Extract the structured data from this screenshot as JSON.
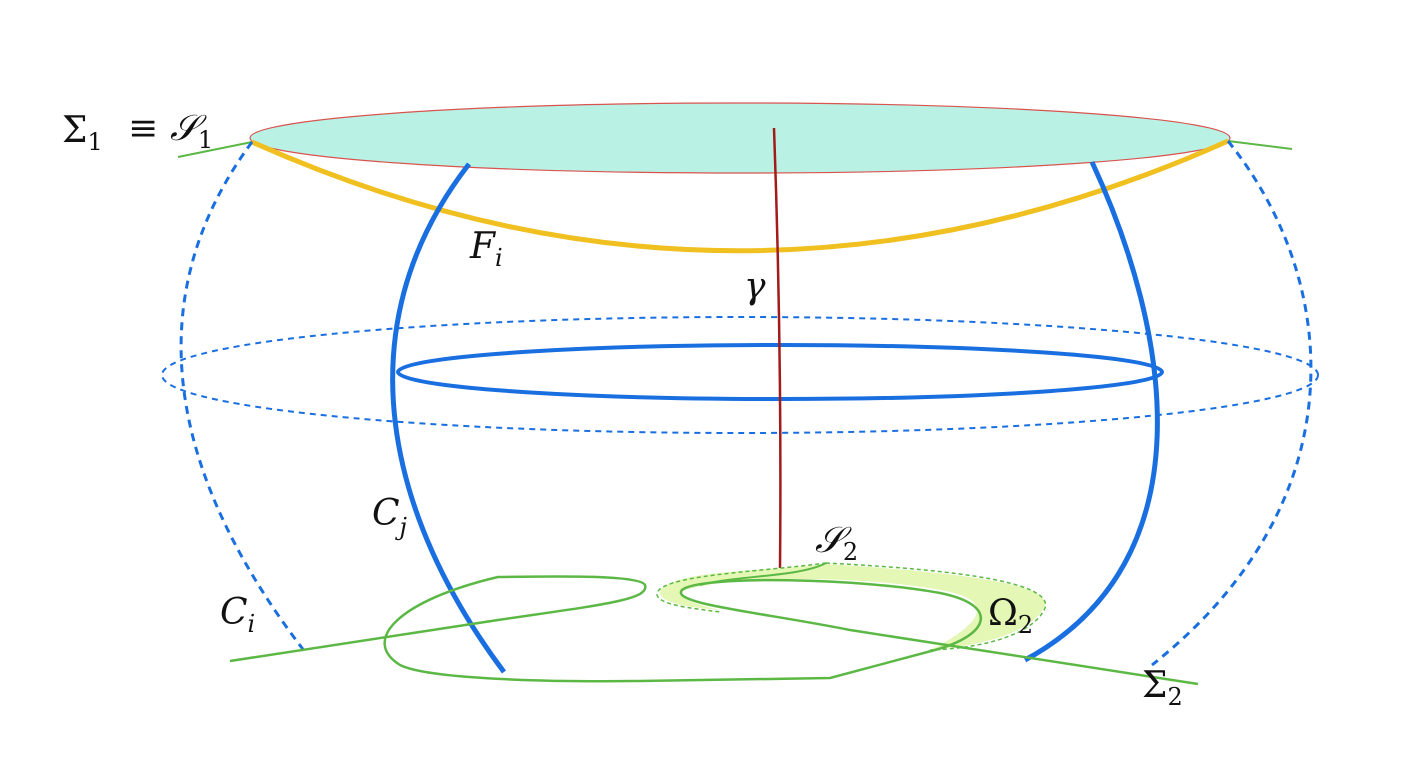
{
  "labels": {
    "sigma1": {
      "main": "Σ",
      "sub": "1",
      "equiv": "≡",
      "script": "𝒮",
      "script_sub": "1"
    },
    "fi": {
      "main": "F",
      "sub": "i"
    },
    "gamma": {
      "main": "γ"
    },
    "cj": {
      "main": "C",
      "sub": "j"
    },
    "ci": {
      "main": "C",
      "sub": "i"
    },
    "s2": {
      "main": "𝒮",
      "sub": "2"
    },
    "omega2": {
      "main": "Ω",
      "sub": "2"
    },
    "sigma2": {
      "main": "Σ",
      "sub": "2"
    }
  },
  "colors": {
    "top_disk_fill": "#b9f2e4",
    "top_disk_stroke": "#d9534f",
    "yellow_curve": "#f0c020",
    "blue_curve": "#1a6fe0",
    "green_curve": "#5cb845",
    "red_line": "#a31a1a",
    "omega_fill": "#e4f7b5"
  }
}
